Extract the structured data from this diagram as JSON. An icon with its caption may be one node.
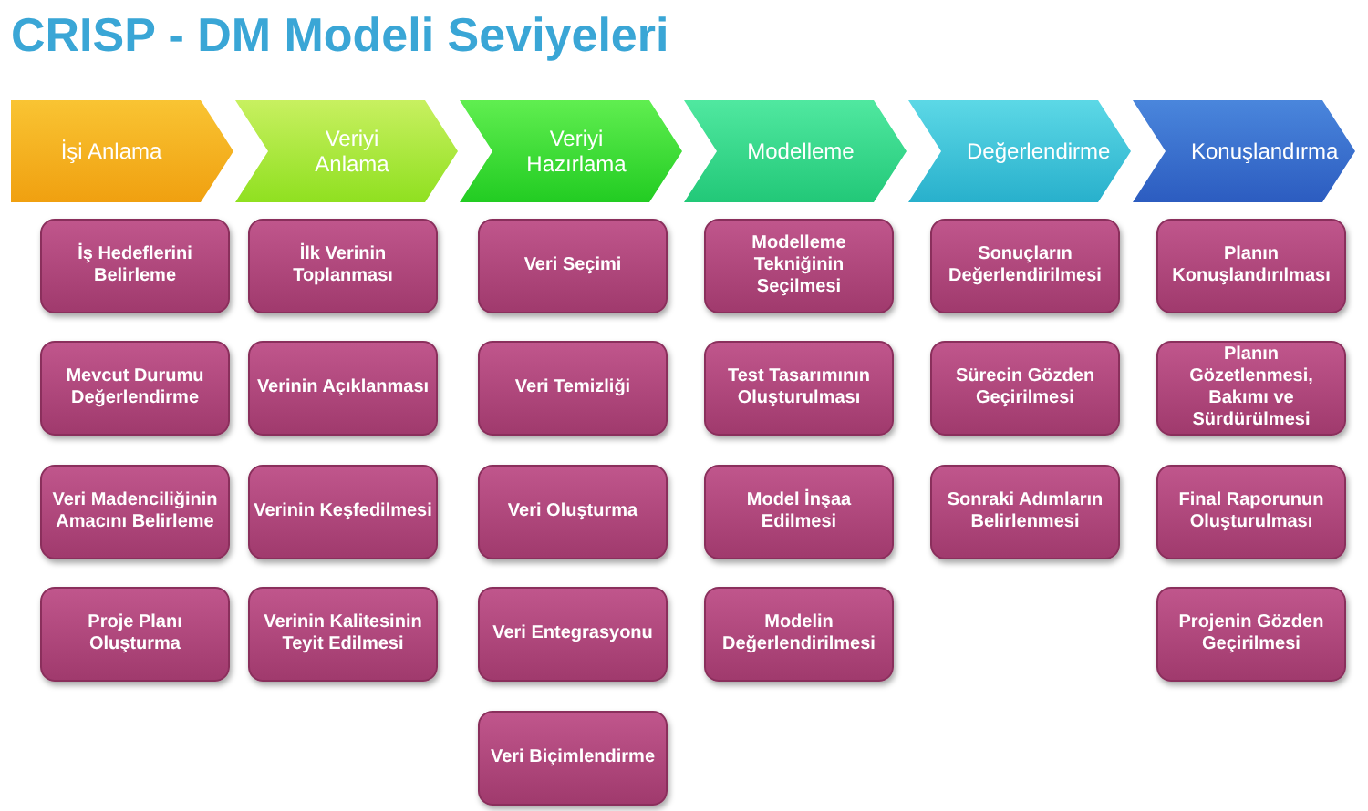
{
  "diagram": {
    "title": "CRISP - DM Modeli Seviyeleri",
    "nodes": [
      {
        "text": [
          "İşi Anlama"
        ]
      },
      {
        "text": [
          "İş Hedeflerini Belirleme"
        ]
      },
      {
        "text": [
          "Mevcut Durumu Değerlendirme"
        ]
      },
      {
        "text": [
          "Veri Madenciliğinin Amacını Belirleme"
        ]
      },
      {
        "text": [
          "Proje Planı Oluşturma"
        ]
      },
      {
        "text": [
          "Veriyi Anlama"
        ]
      },
      {
        "text": [
          "İlk Verinin Toplanması"
        ]
      },
      {
        "text": [
          "Verinin Açıklanması"
        ]
      },
      {
        "text": [
          "Verinin Keşfedilmesi"
        ]
      },
      {
        "text": [
          "Verinin Kalitesinin Teyit Edilmesi"
        ]
      },
      {
        "text": [
          "Veriyi Hazırlama"
        ]
      },
      {
        "text": [
          "Veri Seçimi"
        ]
      },
      {
        "text": [
          "Veri Temizliği"
        ]
      },
      {
        "text": [
          "Veri Oluşturma"
        ]
      },
      {
        "text": [
          "Veri Entegrasyonu"
        ]
      },
      {
        "text": [
          "Veri Biçimlendirme"
        ]
      },
      {
        "text": [
          "Modelleme"
        ]
      },
      {
        "text": [
          "Modelleme Tekniğinin Seçilmesi"
        ]
      },
      {
        "text": [
          "Test Tasarımının Oluşturulması"
        ]
      },
      {
        "text": [
          "Model İnşaa Edilmesi"
        ]
      },
      {
        "text": [
          "Modelin Değerlendirilmesi"
        ]
      },
      {
        "text": [
          "Değerlendirme"
        ]
      },
      {
        "text": [
          "Sonuçların Değerlendirilmesi"
        ]
      },
      {
        "text": [
          "Sürecin Gözden Geçirilmesi"
        ]
      },
      {
        "text": [
          "Sonraki Adımların Belirlenmesi"
        ]
      },
      {
        "text": [
          "Konuşlandırma"
        ]
      },
      {
        "text": [
          "Planın Konuşlandırılması"
        ]
      },
      {
        "text": [
          "Planın Gözetlenmesi, Bakımı ve Sürdürülmesi"
        ]
      },
      {
        "text": [
          "Final Raporunun Oluşturulması"
        ]
      },
      {
        "text": [
          "Projenin Gözden Geçirilmesi"
        ]
      }
    ],
    "edges": []
  }
}
